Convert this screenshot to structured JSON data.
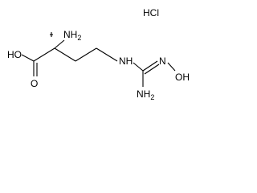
{
  "molecule": {
    "salt": "HCl",
    "atoms": {
      "hydroxyl": "HO",
      "carbonyl_o": "O",
      "amine_alpha": "NH",
      "amine_alpha_sub": "2",
      "nh_chain": "NH",
      "n_oxime": "N",
      "oh_oxime": "OH",
      "amine_guan": "NH",
      "amine_guan_sub": "2"
    }
  },
  "colors": {
    "ink": "#000000",
    "background": "#ffffff"
  }
}
